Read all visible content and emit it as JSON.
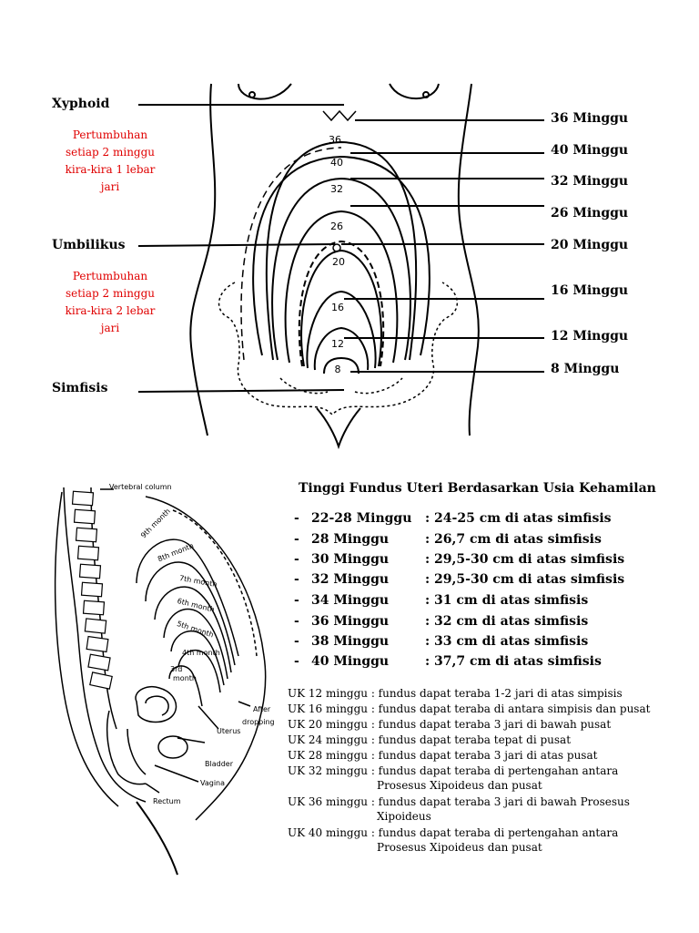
{
  "top_diagram": {
    "left_labels": [
      "Xyphoid",
      "Umbilikus",
      "Simfisis"
    ],
    "right_labels": [
      "36 Minggu",
      "40 Minggu",
      "32 Minggu",
      "26 Minggu",
      "20 Minggu",
      "16 Minggu",
      "12 Minggu",
      "8 Minggu"
    ],
    "note_top": [
      "Pertumbuhan",
      "setiap 2 minggu",
      "kira-kira 1 lebar",
      "jari"
    ],
    "note_bottom": [
      "Pertumbuhan",
      "setiap 2 minggu",
      "kira-kira 2 lebar",
      "jari"
    ],
    "curve_numbers": [
      "36",
      "40",
      "32",
      "26",
      "20",
      "16",
      "12",
      "8"
    ]
  },
  "side_diagram": {
    "labels": [
      "Vertebral column",
      "9th month",
      "8th month",
      "7th month",
      "6th month",
      "5th month",
      "4th month",
      "3rd",
      "month",
      "After",
      "dropping",
      "Uterus",
      "Bladder",
      "Vagina",
      "Rectum"
    ]
  },
  "table": {
    "title": "Tinggi Fundus Uteri Berdasarkan Usia Kehamilan",
    "dash": "-",
    "rows": [
      {
        "week": "22-28 Minggu",
        "value": ": 24-25 cm di atas simfisis"
      },
      {
        "week": "28 Minggu",
        "value": ": 26,7 cm di atas simfisis"
      },
      {
        "week": "30 Minggu",
        "value": ": 29,5-30 cm di atas simfisis"
      },
      {
        "week": "32 Minggu",
        "value": ": 29,5-30 cm di atas simfisis"
      },
      {
        "week": "34 Minggu",
        "value": ": 31 cm di atas simfisis"
      },
      {
        "week": "36 Minggu",
        "value": ": 32 cm di atas simfisis"
      },
      {
        "week": "38 Minggu",
        "value": ": 33 cm di atas simfisis"
      },
      {
        "week": "40 Minggu",
        "value": ": 37,7 cm di atas simfisis"
      }
    ]
  },
  "uk_notes": [
    "UK 12 minggu : fundus dapat teraba 1-2 jari di atas simpisis",
    "UK 16 minggu : fundus dapat teraba di antara simpisis dan pusat",
    "UK 20 minggu : fundus dapat teraba 3 jari di bawah pusat",
    "UK 24 minggu : fundus dapat teraba tepat di pusat",
    "UK 28 minggu : fundus dapat teraba 3 jari di atas pusat",
    "UK 32 minggu : fundus dapat teraba di pertengahan antara",
    "Prosesus Xipoideus dan pusat",
    "UK 36 minggu : fundus dapat teraba 3 jari di bawah Prosesus",
    "Xipoideus",
    "UK 40 minggu : fundus dapat teraba di pertengahan antara",
    "Prosesus Xipoideus dan pusat"
  ]
}
